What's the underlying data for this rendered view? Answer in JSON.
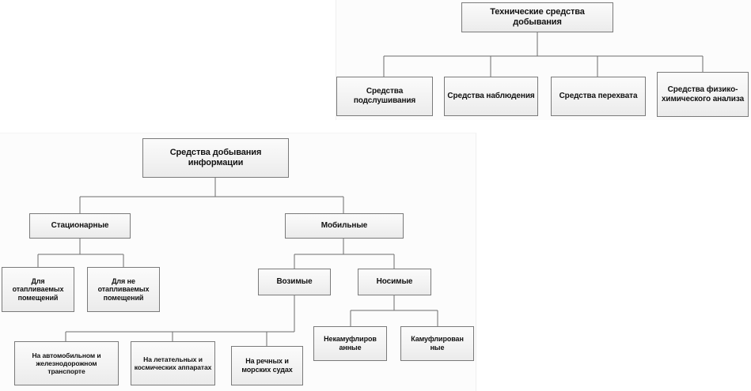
{
  "document": {
    "title": "Технические средства добывания / Средства добывания информации",
    "type": "hierarchy-diagram-pair",
    "language": "ru"
  },
  "style": {
    "node_fill": "#f2f2f2",
    "node_border": "#7a7a7a",
    "connector_color": "#6d6d6d",
    "text_color": "#111111",
    "page_background": "#ffffff"
  },
  "diagram_top": {
    "name": "Технические средства добывания",
    "root": {
      "label": "Технические средства добывания"
    },
    "children": [
      {
        "label": "Средства подслушивания"
      },
      {
        "label": "Средства наблюдения"
      },
      {
        "label": "Средства перехвата"
      },
      {
        "label": "Средства физико-химического анализа"
      }
    ]
  },
  "diagram_bottom": {
    "name": "Средства добывания информации",
    "root": {
      "label": "Средства добывания информации"
    },
    "level1": [
      {
        "label": "Стационарные"
      },
      {
        "label": "Мобильные"
      }
    ],
    "stationary_children": [
      {
        "label": "Для отапливаемых помещений"
      },
      {
        "label": "Для не отапливаемых помещений"
      }
    ],
    "mobile_children": [
      {
        "label": "Возимые"
      },
      {
        "label": "Носимые"
      }
    ],
    "vozimye_children": [
      {
        "label": "На автомобильном и железнодорожном транспорте"
      },
      {
        "label": "На летательных и космических аппаратах"
      },
      {
        "label": "На речных и морских судах"
      }
    ],
    "nosimye_children": [
      {
        "label": "Некамуфлиров анные"
      },
      {
        "label": "Камуфлирован ные"
      }
    ]
  }
}
